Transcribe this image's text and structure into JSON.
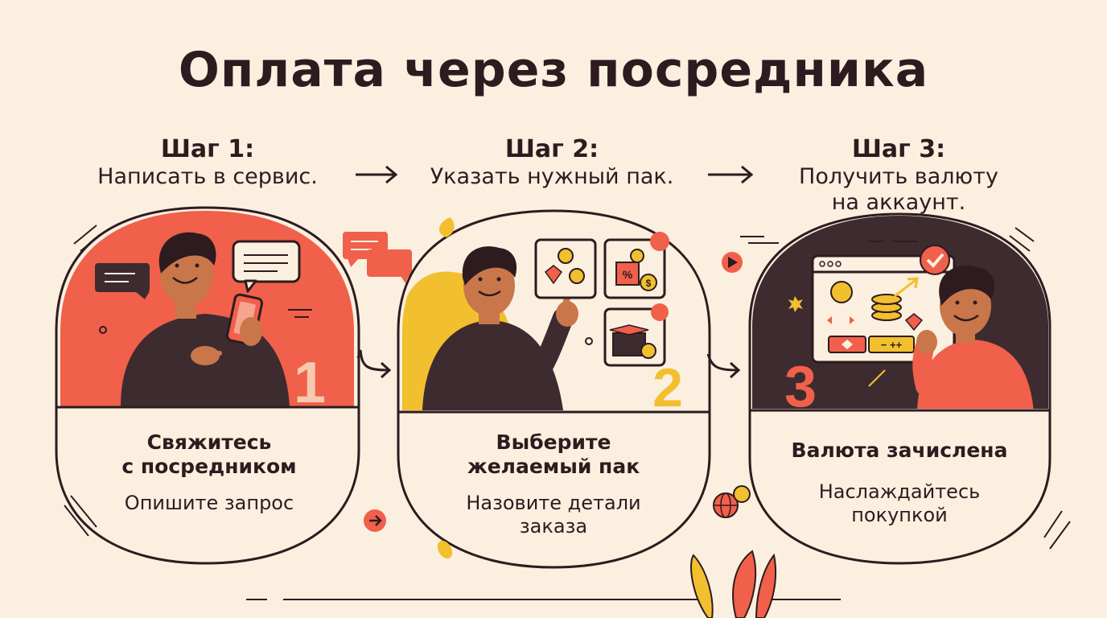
{
  "title": "Оплата через посредника",
  "steps": [
    {
      "num": "Шаг 1:",
      "desc": [
        "Написать в сервис."
      ],
      "card_title": [
        "Свяжитесь",
        "с посредником"
      ],
      "card_sub": [
        "Опишите запрос"
      ],
      "badge": "1"
    },
    {
      "num": "Шаг 2:",
      "desc": [
        "Указать нужный пак."
      ],
      "card_title": [
        "Выберите",
        "желаемый пак"
      ],
      "card_sub": [
        "Назовите детали",
        "заказа"
      ],
      "badge": "2"
    },
    {
      "num": "Шаг 3:",
      "desc": [
        "Получить валюту",
        "на аккаунт."
      ],
      "card_title": [
        "Валюта зачислена"
      ],
      "card_sub": [
        "Наслаждайтесь",
        "покупкой"
      ],
      "badge": "3"
    }
  ],
  "store_labels": {
    "percent": "%",
    "coin": "$",
    "amount": "− ++"
  },
  "colors": {
    "background": "#fbefe0",
    "ink": "#2e1b1f",
    "red": "#f0604a",
    "yellow": "#f2c02e",
    "dark": "#3e2b30",
    "skin": "#c9774a"
  },
  "icons": [
    "chat-bubble-icon",
    "smartphone-icon",
    "diamond-icon",
    "coin-icon",
    "gift-box-icon",
    "checkmark-icon",
    "arrow-right-icon",
    "play-icon",
    "globe-coin-icon"
  ]
}
